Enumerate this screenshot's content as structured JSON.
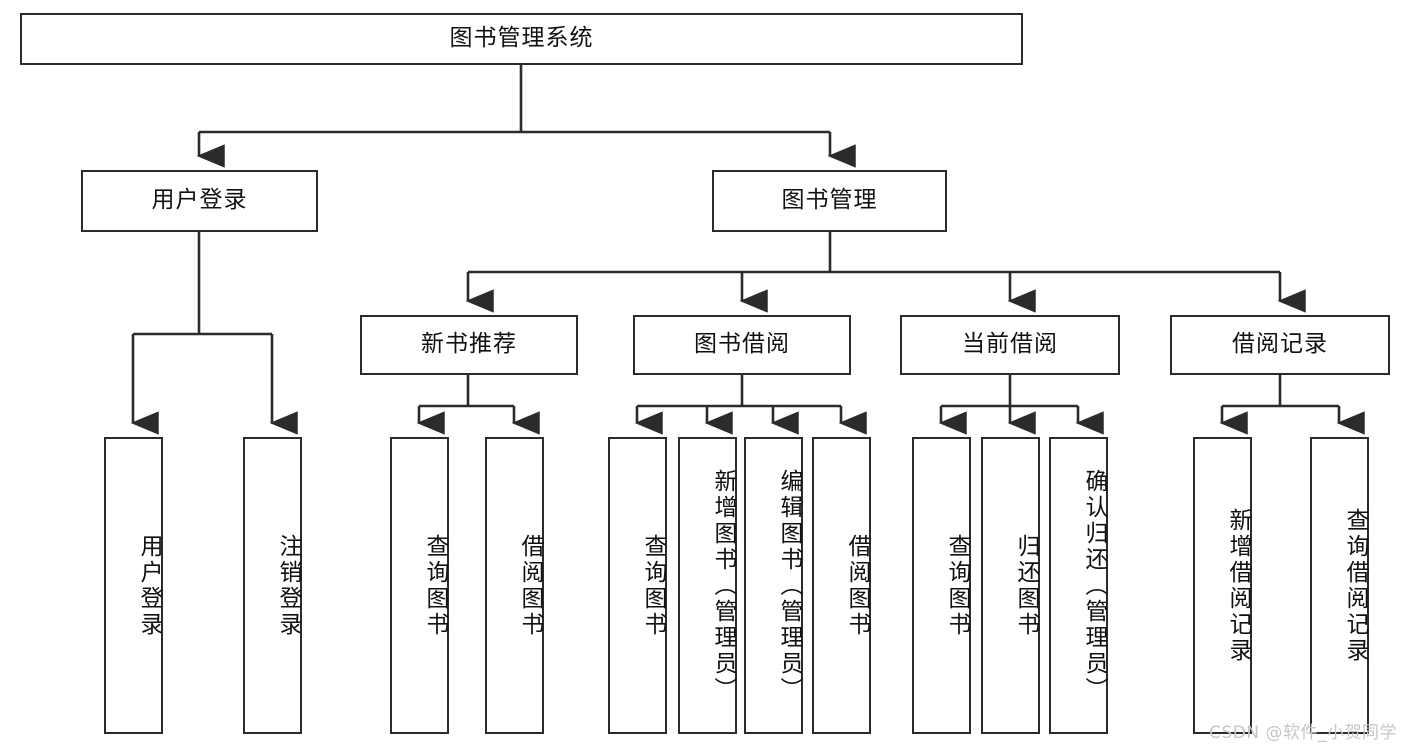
{
  "diagram": {
    "title": "图书管理系统",
    "watermark": "CSDN @软件_小贺同学",
    "line_color": "#2b2b2b",
    "box_fill": "#ffffff",
    "text_color": "#111111",
    "watermark_color": "#c6c6c6"
  },
  "root": {
    "label": "图书管理系统"
  },
  "level2": [
    {
      "label": "用户登录"
    },
    {
      "label": "图书管理"
    }
  ],
  "level3": [
    {
      "label": "新书推荐"
    },
    {
      "label": "图书借阅"
    },
    {
      "label": "当前借阅"
    },
    {
      "label": "借阅记录"
    }
  ],
  "leaves": {
    "user_login": [
      {
        "label": "用户登录"
      },
      {
        "label": "注销登录"
      }
    ],
    "new_book_recommend": [
      {
        "label": "查询图书"
      },
      {
        "label": "借阅图书"
      }
    ],
    "book_borrow": [
      {
        "label": "查询图书"
      },
      {
        "label": "新增图书（管理员）"
      },
      {
        "label": "编辑图书（管理员）"
      },
      {
        "label": "借阅图书"
      }
    ],
    "current_borrow": [
      {
        "label": "查询图书"
      },
      {
        "label": "归还图书"
      },
      {
        "label": "确认归还（管理员）"
      }
    ],
    "borrow_record": [
      {
        "label": "新增借阅记录"
      },
      {
        "label": "查询借阅记录"
      }
    ]
  }
}
